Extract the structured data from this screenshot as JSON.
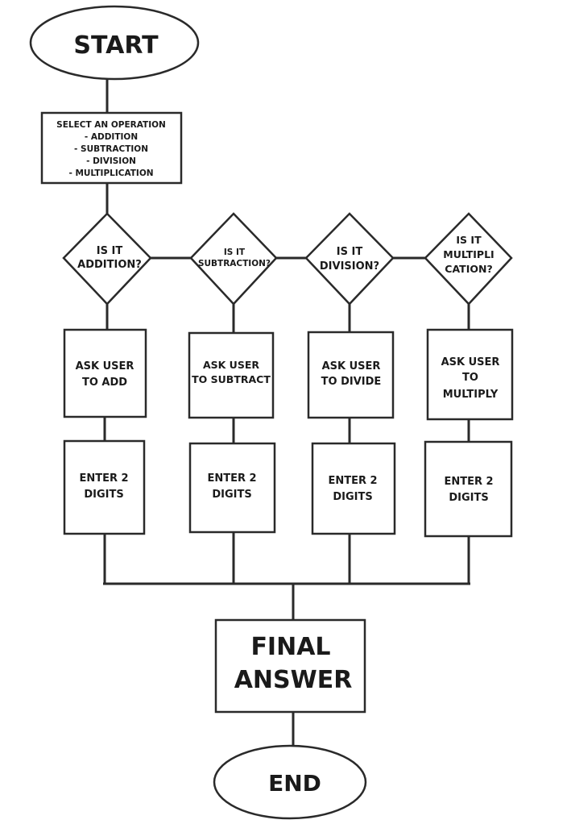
{
  "start": {
    "label": "START"
  },
  "select_box": {
    "lines": [
      "SELECT AN OPERATION",
      "- ADDITION",
      "- SUBTRACTION",
      "- DIVISION",
      "- MULTIPLICATION"
    ]
  },
  "decisions": [
    {
      "lines": [
        "IS IT",
        "ADDITION?"
      ]
    },
    {
      "lines": [
        "IS IT",
        "SUBTRACTION?"
      ]
    },
    {
      "lines": [
        "IS IT",
        "DIVISION?"
      ]
    },
    {
      "lines": [
        "IS IT",
        "MULTIPLI",
        "CATION?"
      ]
    }
  ],
  "ask_boxes": [
    {
      "lines": [
        "ASK USER",
        "TO ADD"
      ]
    },
    {
      "lines": [
        "ASK USER",
        "TO SUBTRACT"
      ]
    },
    {
      "lines": [
        "ASK USER",
        "TO DIVIDE"
      ]
    },
    {
      "lines": [
        "ASK USER",
        "TO",
        "MULTIPLY"
      ]
    }
  ],
  "enter_boxes": [
    {
      "lines": [
        "ENTER 2",
        "DIGITS"
      ]
    },
    {
      "lines": [
        "ENTER 2",
        "DIGITS"
      ]
    },
    {
      "lines": [
        "ENTER 2",
        "DIGITS"
      ]
    },
    {
      "lines": [
        "ENTER 2",
        "DIGITS"
      ]
    }
  ],
  "final_box": {
    "lines": [
      "FINAL",
      "ANSWER"
    ]
  },
  "end": {
    "label": "END"
  }
}
